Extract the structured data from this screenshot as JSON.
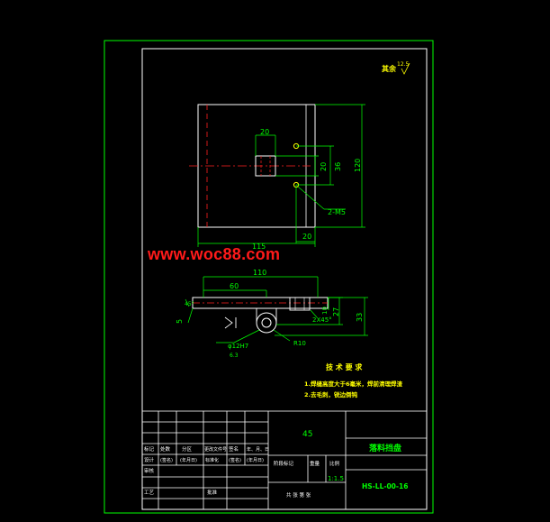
{
  "colors": {
    "frame": "#00ff00",
    "line": "#ffffff",
    "dim": "#00ff00",
    "center": "#ff2020",
    "hole": "#ffff00",
    "note_title": "#ffff00",
    "title_text": "#00ff00",
    "watermark": "#ff1a1a",
    "background": "#000000"
  },
  "roughness_note": "其余",
  "roughness_value": "12.5",
  "watermark": "www.woc88.com",
  "top_view": {
    "dim_width": "115",
    "dim_height": "120",
    "dim_slot_width": "20",
    "dim_slot_len": "20",
    "dim_slot_36": "36",
    "dim_edge_20": "20",
    "dim_holes": "2-M5"
  },
  "side_view": {
    "dim_len_110": "110",
    "dim_len_60": "60",
    "dim_thick_5": "5",
    "dim_h_10": "10",
    "dim_h_27": "27",
    "dim_h_33": "33",
    "dim_chamfer": "2X45°",
    "dim_bore": "φ12H7",
    "dim_radius": "R10",
    "dim_angle": "45°",
    "dim_fit": "6.3"
  },
  "tech_req": {
    "title": "技 术 要 求",
    "item1": "1.焊缝高度大于6毫米，焊前清理焊渣",
    "item2": "2.去毛刺，锐边倒钝"
  },
  "title_block": {
    "material": "45",
    "part_name": "落料挡盘",
    "drawing_no": "HS-LL-00-16",
    "company": "",
    "scale": "1:1.5",
    "scale_label": "比例",
    "stage_label": "阶段标记",
    "weight_label": "重量",
    "sheet_label": "共 张 第 张",
    "header": [
      "标记",
      "处数",
      "分区",
      "更改文件号",
      "签名",
      "年、月、日"
    ],
    "row_design": [
      "设计",
      "(签名)",
      "(年月日)",
      "标准化",
      "(签名)",
      "(年月日)"
    ],
    "row_check": "审核",
    "row_process": "工艺",
    "row_approve": "批准"
  }
}
